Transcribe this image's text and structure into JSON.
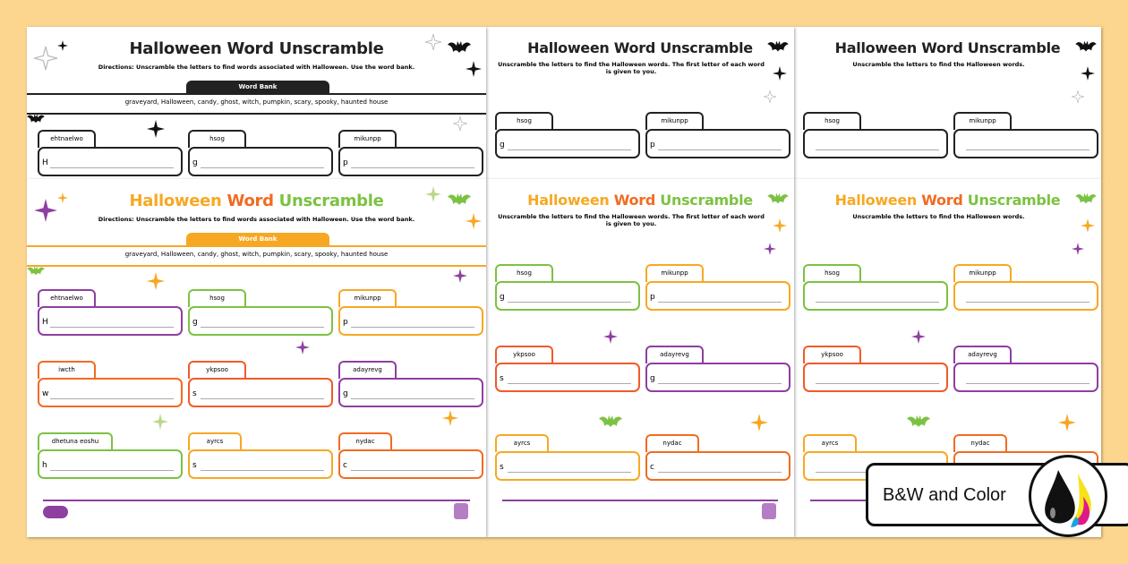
{
  "title_parts": [
    "Halloween",
    "Word",
    "Unscramble"
  ],
  "colors": {
    "purple": "#8e3fa0",
    "green": "#7cc242",
    "amber": "#f7a823",
    "orange": "#f26b21",
    "red": "#f25a2a",
    "background": "#fcd58f",
    "bw": "#222222"
  },
  "pages": [
    {
      "directions": "Directions: Unscramble the letters to find words associated with Halloween. Use the word bank.",
      "word_bank_label": "Word Bank",
      "word_bank": "graveyard, Halloween, candy, ghost, witch, pumpkin, scary, spooky, haunted house",
      "show_letters": true
    },
    {
      "directions": "Unscramble the letters to find the Halloween words. The first letter of each word is given to you.",
      "show_letters": true
    },
    {
      "directions": "Unscramble the letters to find the Halloween words.",
      "show_letters": false
    }
  ],
  "words": [
    {
      "scrambled": "ehtnaelwo",
      "first": "H",
      "color": "purple"
    },
    {
      "scrambled": "hsog",
      "first": "g",
      "color": "green"
    },
    {
      "scrambled": "mikunpp",
      "first": "p",
      "color": "amber"
    },
    {
      "scrambled": "iwcth",
      "first": "w",
      "color": "orange"
    },
    {
      "scrambled": "ykpsoo",
      "first": "s",
      "color": "red"
    },
    {
      "scrambled": "adayrevg",
      "first": "g",
      "color": "purple"
    },
    {
      "scrambled": "dhetuna eoshu",
      "first": "h",
      "color": "green"
    },
    {
      "scrambled": "ayrcs",
      "first": "s",
      "color": "amber"
    },
    {
      "scrambled": "nydac",
      "first": "c",
      "color": "orange"
    }
  ],
  "badge": {
    "label": "B&W and Color",
    "icon": "ink-drops-icon"
  }
}
